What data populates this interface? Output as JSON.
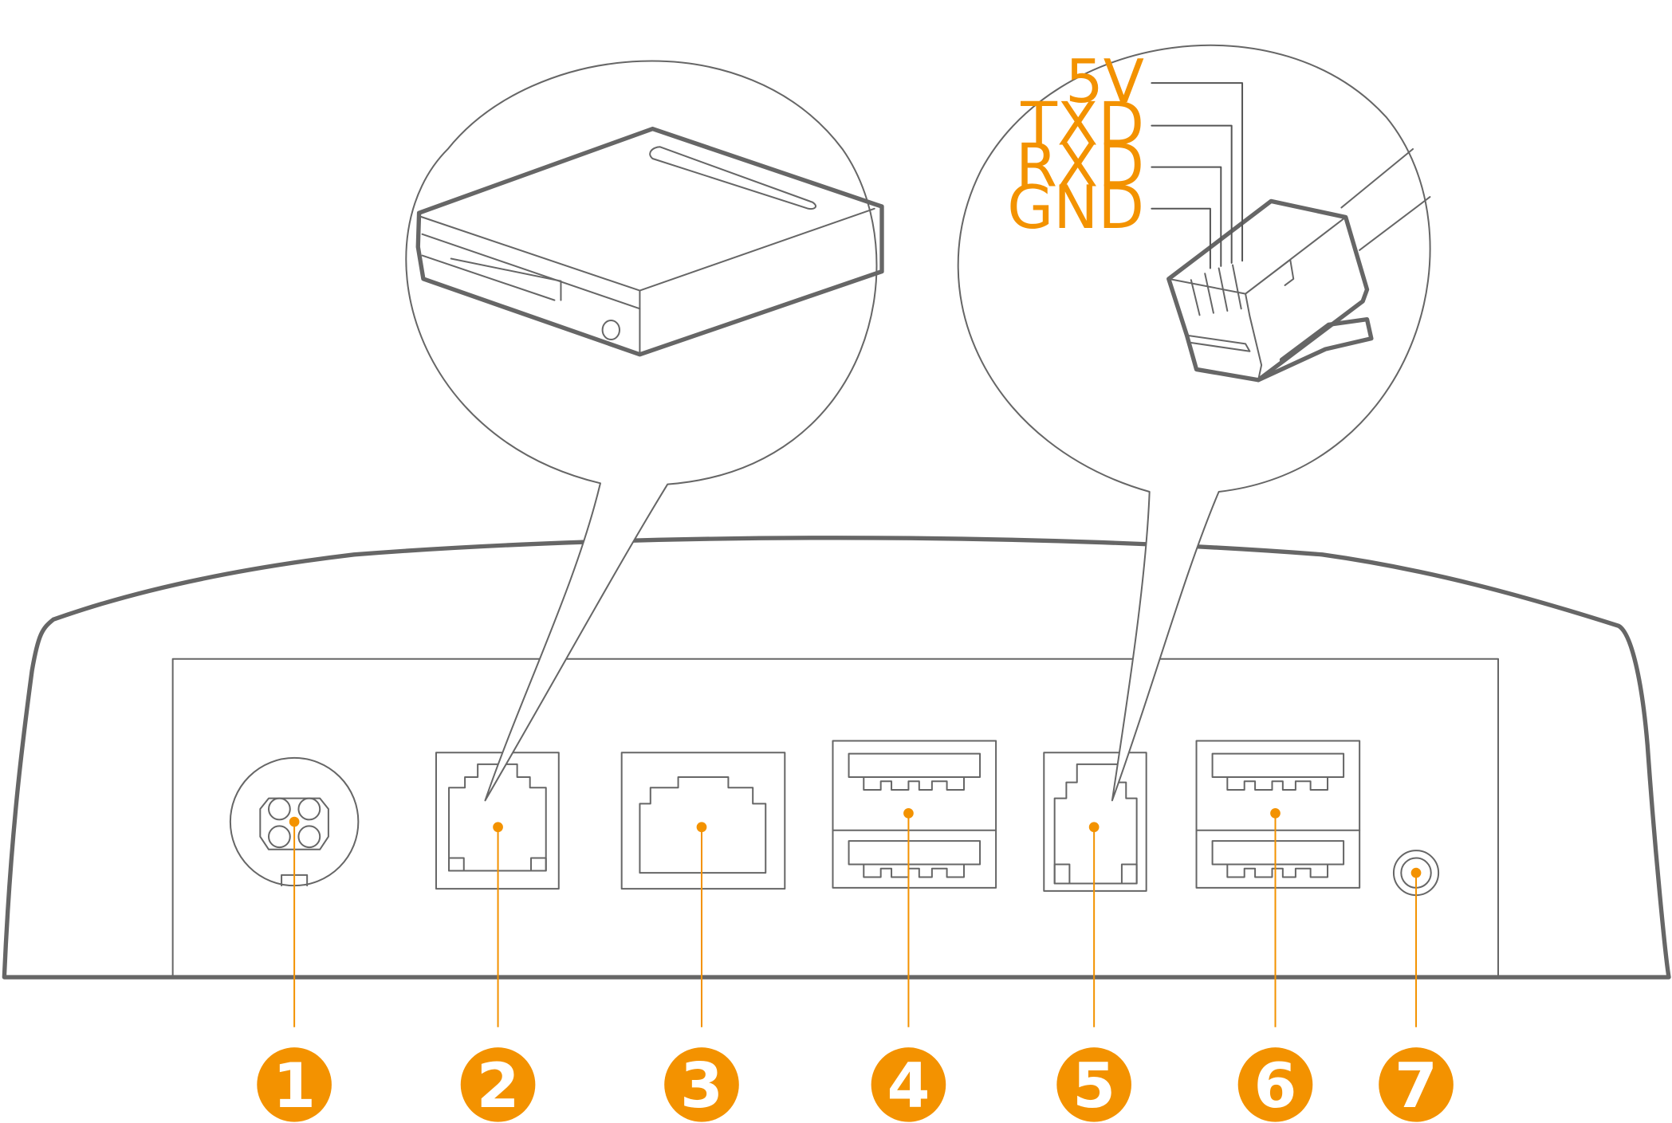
{
  "colors": {
    "accent": "#F39200",
    "outline": "#666666",
    "callout_text": "#FFFFFF"
  },
  "serial_pinout": {
    "pins": [
      {
        "label": "5V"
      },
      {
        "label": "TXD"
      },
      {
        "label": "RXD"
      },
      {
        "label": "GND"
      }
    ]
  },
  "callouts": [
    {
      "number": "1",
      "icon": "power-din-port-icon"
    },
    {
      "number": "2",
      "icon": "rj12-cash-drawer-port-icon"
    },
    {
      "number": "3",
      "icon": "rj45-ethernet-port-icon"
    },
    {
      "number": "4",
      "icon": "dual-usb-port-icon"
    },
    {
      "number": "5",
      "icon": "rj12-serial-port-icon"
    },
    {
      "number": "6",
      "icon": "dual-usb-port-icon"
    },
    {
      "number": "7",
      "icon": "audio-jack-icon"
    }
  ],
  "zoom_insets": [
    {
      "icon": "cash-drawer-device-icon"
    },
    {
      "icon": "rj-plug-connector-icon"
    }
  ]
}
